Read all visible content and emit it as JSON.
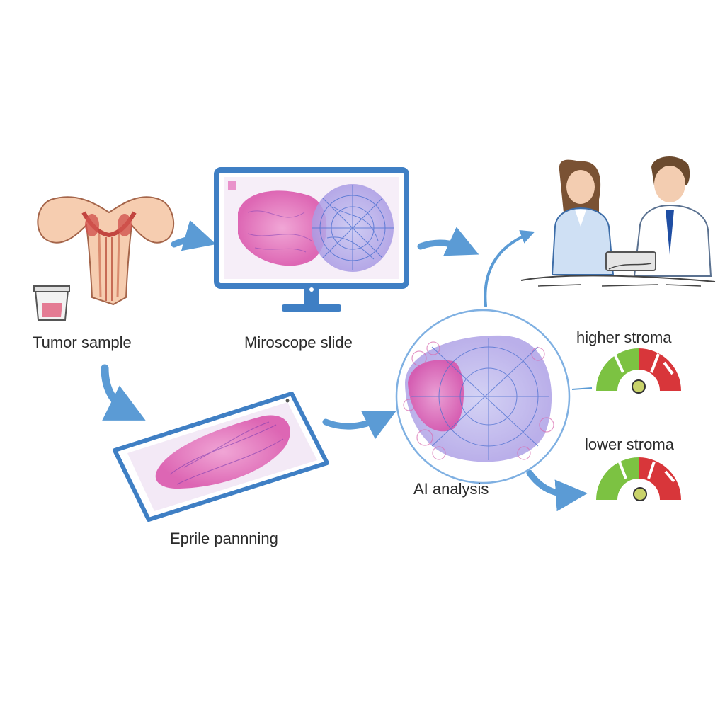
{
  "steps": {
    "tumor_sample": "Tumor sample",
    "microscope_slide": "Miroscope slide",
    "scanning": "Eprile pannning",
    "ai_analysis": "AI analysis"
  },
  "outcomes": {
    "higher": "higher stroma",
    "lower": "lower stroma"
  },
  "colors": {
    "arrow": "#5b9bd5",
    "tissue_pink": "#e46bb8",
    "tissue_blue": "#6a8fd8",
    "monitor_frame": "#3f7fc4",
    "gauge_green": "#7cc242",
    "gauge_red": "#d8363a"
  }
}
